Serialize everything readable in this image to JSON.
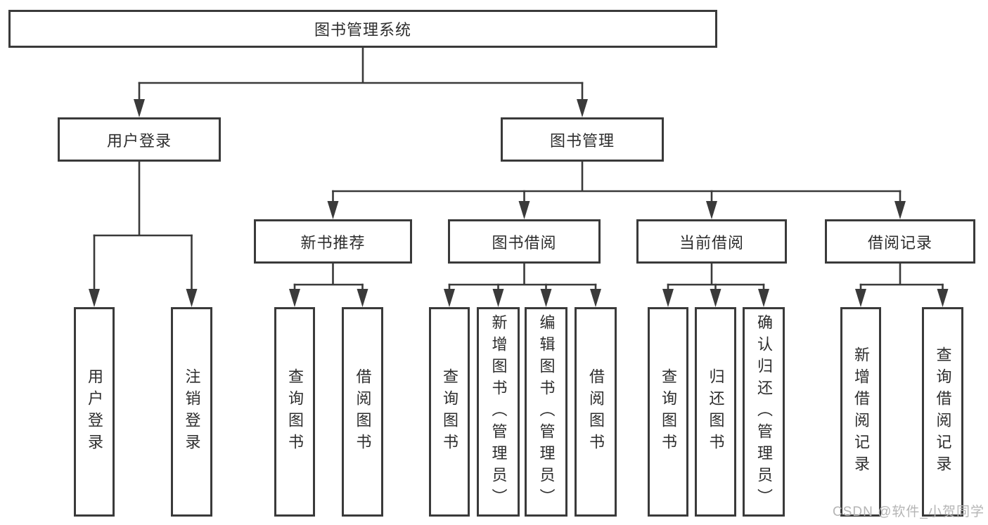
{
  "tree": {
    "label": "图书管理系统",
    "children": [
      {
        "label": "用户登录",
        "children": [
          {
            "label": "用户登录"
          },
          {
            "label": "注销登录"
          }
        ]
      },
      {
        "label": "图书管理",
        "children": [
          {
            "label": "新书推荐",
            "children": [
              {
                "label": "查询图书"
              },
              {
                "label": "借阅图书"
              }
            ]
          },
          {
            "label": "图书借阅",
            "children": [
              {
                "label": "查询图书"
              },
              {
                "label": "新增图书（管理员）"
              },
              {
                "label": "编辑图书（管理员）"
              },
              {
                "label": "借阅图书"
              }
            ]
          },
          {
            "label": "当前借阅",
            "children": [
              {
                "label": "查询图书"
              },
              {
                "label": "归还图书"
              },
              {
                "label": "确认归还（管理员）"
              }
            ]
          },
          {
            "label": "借阅记录",
            "children": [
              {
                "label": "新增借阅记录"
              },
              {
                "label": "查询借阅记录"
              }
            ]
          }
        ]
      }
    ]
  },
  "watermark": {
    "text": "CSDN @软件_小贺同学"
  },
  "colors": {
    "line": "#3a3a3a",
    "border": "#3a3a3a",
    "text": "#2d2d2d",
    "watermark": "#b5b5b5",
    "background": "#ffffff"
  }
}
